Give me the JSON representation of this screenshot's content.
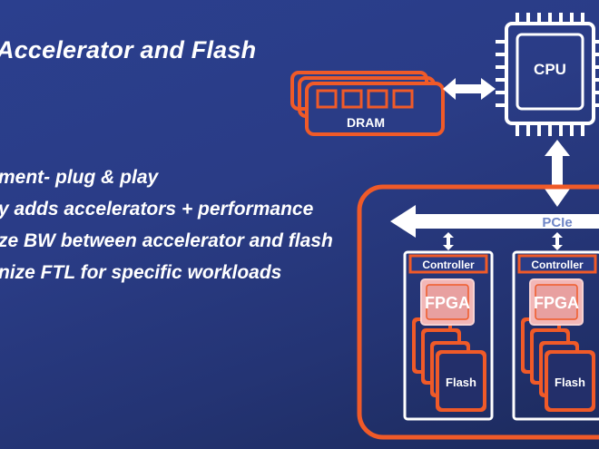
{
  "slide": {
    "title": "Accelerator and Flash",
    "bullets": [
      "ment- plug & play",
      "y adds accelerators + performance",
      "ze BW between accelerator and flash",
      "nize FTL for specific workloads"
    ]
  },
  "diagram": {
    "dram_label": "DRAM",
    "cpu_label": "CPU",
    "bus_label": "PCIe",
    "modules": [
      {
        "controller_label": "Controller",
        "accelerator_label": "FPGA",
        "flash_label": "Flash"
      },
      {
        "controller_label": "Controller",
        "accelerator_label": "FPGA",
        "flash_label": "Flash"
      }
    ]
  },
  "colors": {
    "background": "#2a3c86",
    "accent_orange": "#f05a28",
    "chip_white": "#ffffff",
    "fpga_pink": "#f2b7b7"
  }
}
